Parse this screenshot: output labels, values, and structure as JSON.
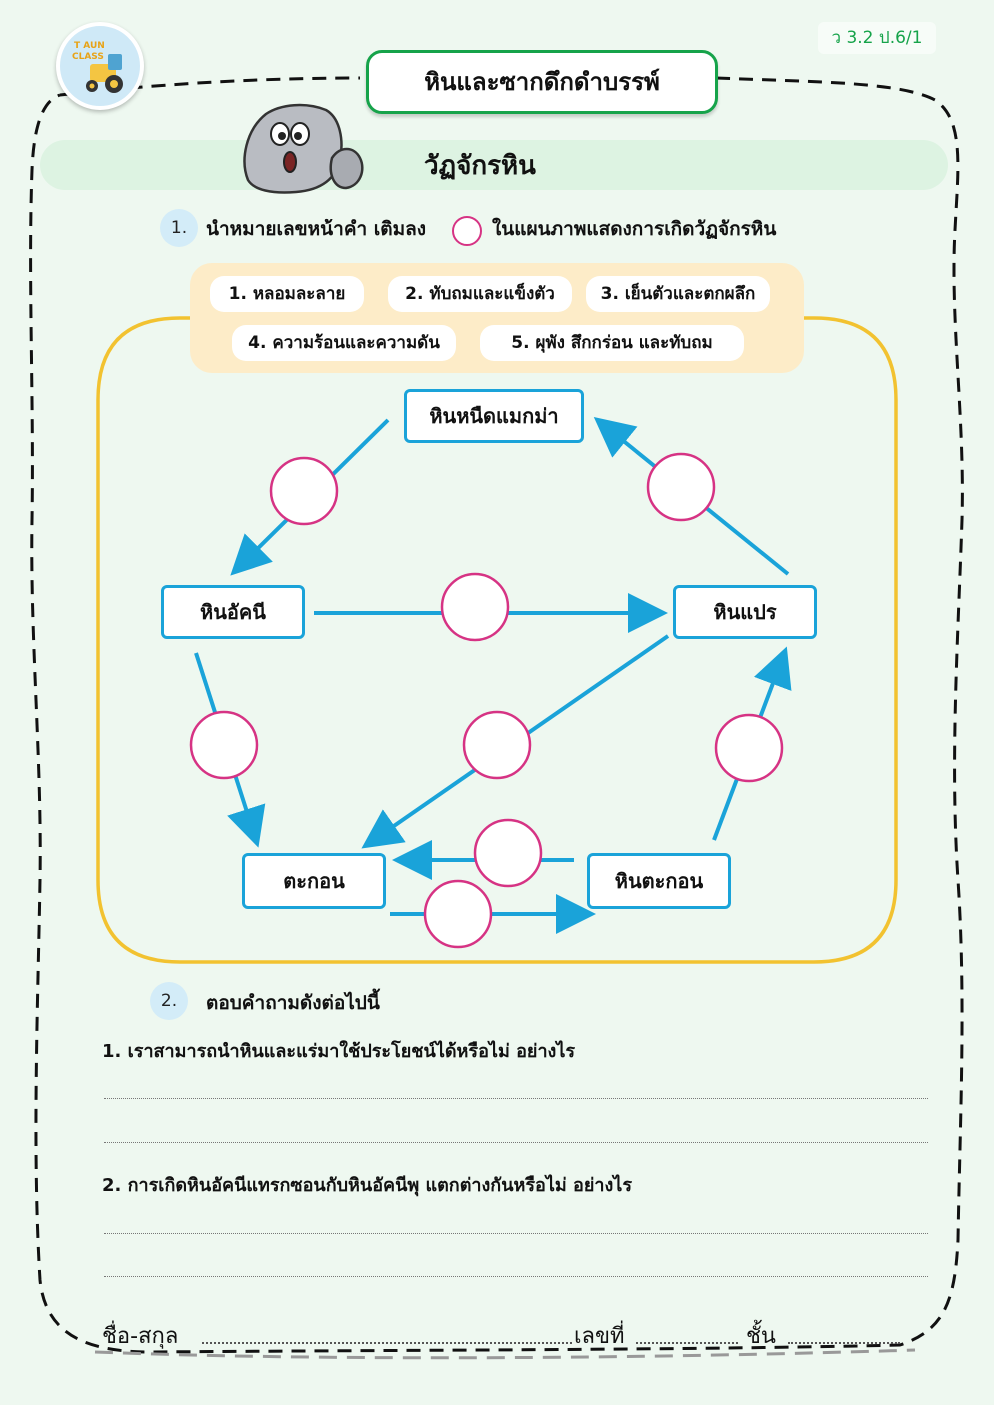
{
  "header": {
    "code": "ว 3.2 ป.6/1",
    "logo_text": [
      "T AUN",
      "CLASS"
    ],
    "title": "หินและซากดึกดำบรรพ์",
    "subtitle": "วัฏจักรหิน"
  },
  "section1": {
    "number": "1.",
    "instruction_before": "นำหมายเลขหน้าคำ เติมลง",
    "instruction_after": "ในแผนภาพแสดงการเกิดวัฏจักรหิน",
    "choices": [
      "1.  หลอมละลาย",
      "2.  ทับถมและแข็งตัว",
      "3.  เย็นตัวและตกผลึก",
      "4.  ความร้อนและความดัน",
      "5.  ผุพัง  สึกกร่อน  และทับถม"
    ]
  },
  "diagram": {
    "nodes": {
      "magma": "หินหนืดแมกม่า",
      "igneous": "หินอัคนี",
      "metamorphic": "หินแปร",
      "sediment": "ตะกอน",
      "sedimentary": "หินตะกอน"
    },
    "colors": {
      "arrow": "#1aa3d9",
      "answer_circle": "#d63384",
      "frame": "#f2c230",
      "legend_bg": "#fdecc8"
    }
  },
  "section2": {
    "number": "2.",
    "heading": "ตอบคำถามดังต่อไปนี้",
    "questions": [
      "1.  เราสามารถนำหินและแร่มาใช้ประโยชน์ได้หรือไม่  อย่างไร",
      "2.  การเกิดหินอัคนีแทรกซอนกับหินอัคนีพุ  แตกต่างกันหรือไม่  อย่างไร"
    ]
  },
  "footer": {
    "name_label": "ชื่อ-สกุล",
    "number_label": "เลขที่",
    "class_label": "ชั้น"
  }
}
